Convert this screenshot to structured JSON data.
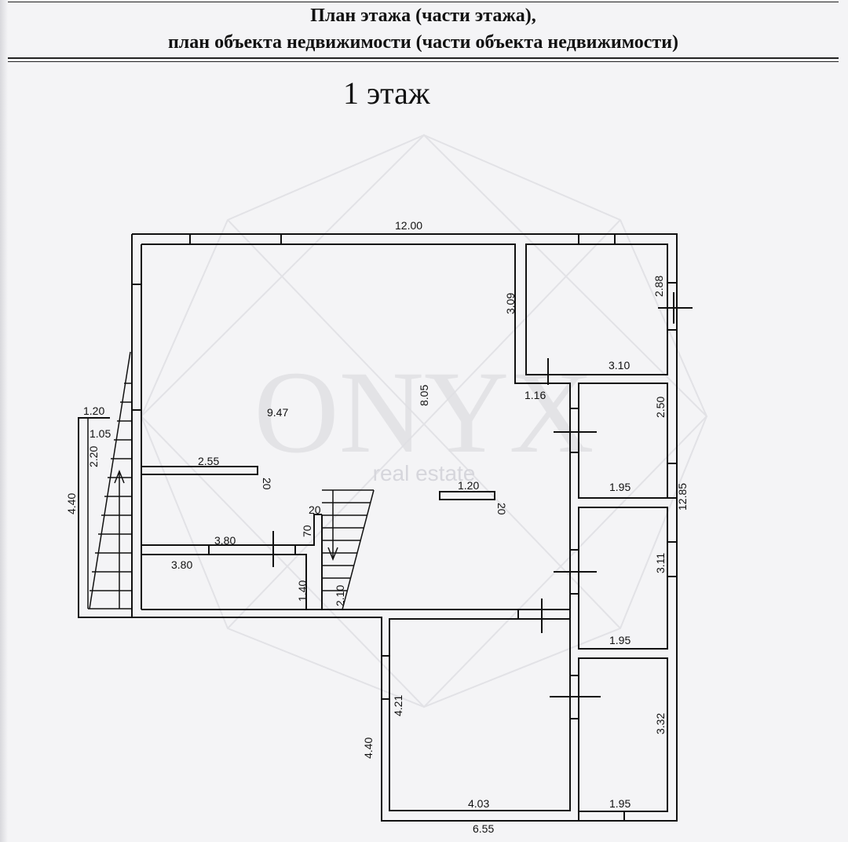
{
  "header": {
    "line1": "План этажа (части этажа),",
    "line2": "план объекта недвижимости (части объекта недвижимости)"
  },
  "floor_title": "1 этаж",
  "watermark": {
    "brand": "ONYX",
    "tagline": "real estate"
  },
  "dimensions": {
    "top_width": "12.00",
    "room_height_3_09": "3.09",
    "room_height_2_88": "2.88",
    "room_width_3_10": "3.10",
    "wall_1_16": "1.16",
    "main_area_8_05": "8.05",
    "main_width_9_47": "9.47",
    "stair_1_20": "1.20",
    "stair_1_05": "1.05",
    "stair_2_20": "2.20",
    "left_height_4_40": "4.40",
    "room_2_50": "2.50",
    "room_1_95_a": "1.95",
    "partition_2_55": "2.55",
    "partition_20_a": "20",
    "partition_1_20": "1.20",
    "partition_20_b": "20",
    "total_12_85": "12.85",
    "stair2_20": "20",
    "wall_70": "70",
    "room_3_80_a": "3.80",
    "room_3_80_b": "3.80",
    "room_1_40": "1.40",
    "stair2_2_10": "2.10",
    "room_3_11": "3.11",
    "room_1_95_b": "1.95",
    "room_4_21": "4.21",
    "room_3_32": "3.32",
    "lower_4_40": "4.40",
    "room_4_03": "4.03",
    "room_1_95_c": "1.95",
    "bottom_6_55": "6.55"
  }
}
